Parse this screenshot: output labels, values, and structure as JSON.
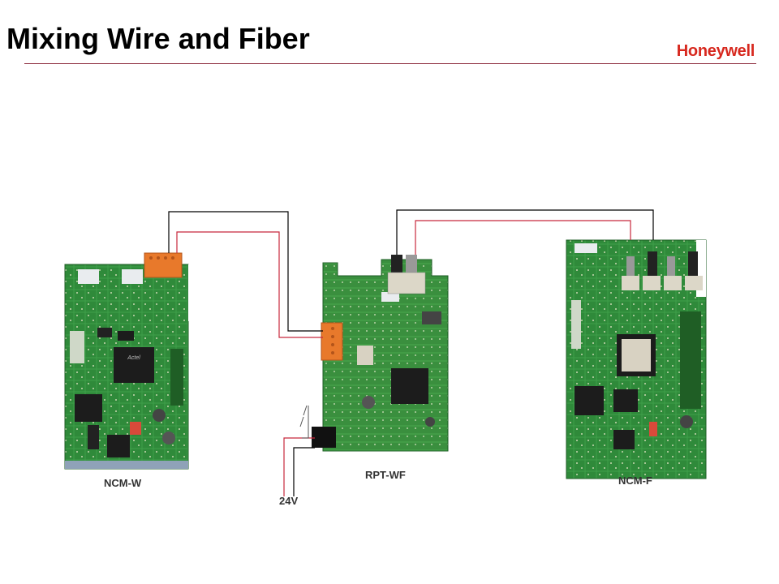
{
  "title": "Mixing Wire and Fiber",
  "logo_text": "Honeywell",
  "colors": {
    "title_rule": "#8c2a3c",
    "brand_red": "#d7281e",
    "wire_black": "#000000",
    "wire_red": "#c8283c",
    "board_green": "#2e7d32",
    "terminal_orange": "#e07a2a"
  },
  "devices": {
    "ncm_w": "NCM-W",
    "rpt_wf": "RPT-WF",
    "ncm_f": "NCM-F"
  },
  "power_label": "24V"
}
